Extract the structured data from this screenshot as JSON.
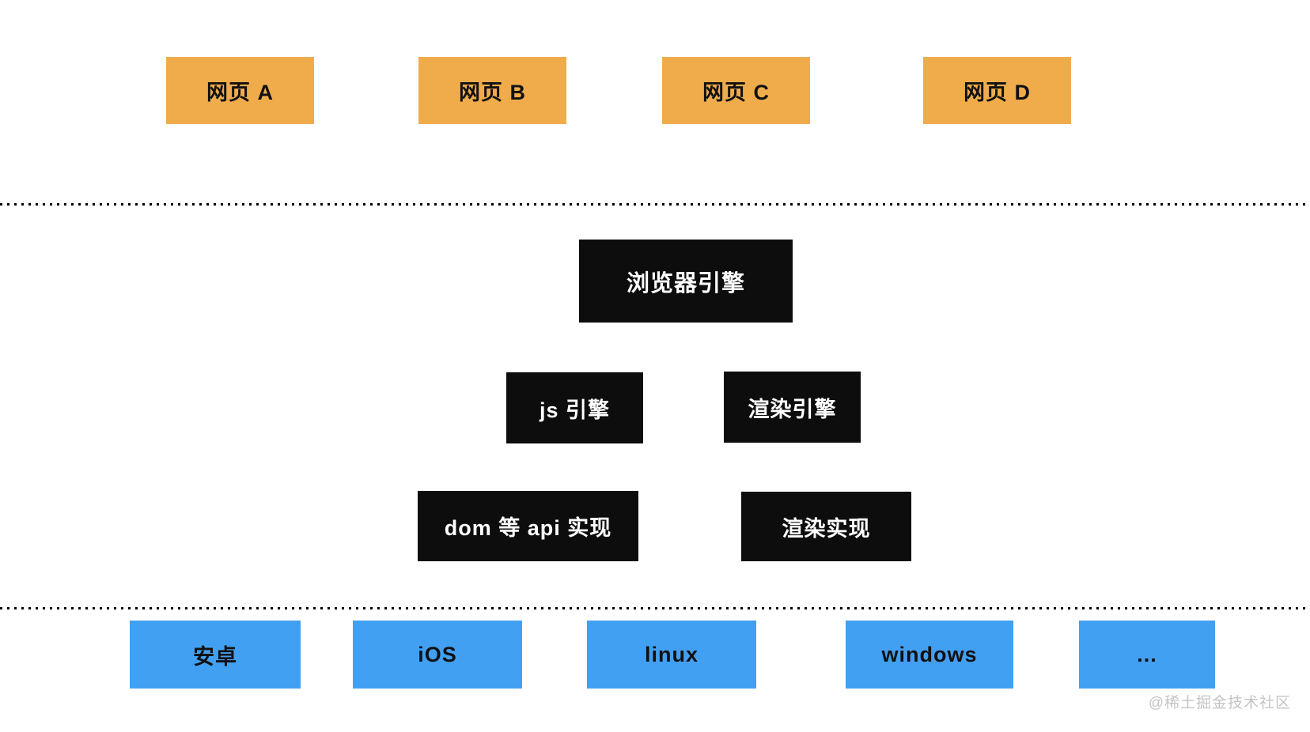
{
  "diagram": {
    "webpages": [
      "网页 A",
      "网页 B",
      "网页 C",
      "网页 D"
    ],
    "browser_engine": "浏览器引擎",
    "engines": [
      "js 引擎",
      "渲染引擎"
    ],
    "implementations": [
      "dom 等 api 实现",
      "渲染实现"
    ],
    "platforms": [
      "安卓",
      "iOS",
      "linux",
      "windows",
      "..."
    ],
    "colors": {
      "webpage_fill": "#f0ac4b",
      "engine_fill": "#0d0d0d",
      "engine_text": "#ffffff",
      "platform_fill": "#42a0f2",
      "box_text": "#111111",
      "separator": "#000000",
      "watermark_text": "#c4c4c4"
    }
  },
  "watermark": {
    "text": "@稀土掘金技术社区"
  }
}
